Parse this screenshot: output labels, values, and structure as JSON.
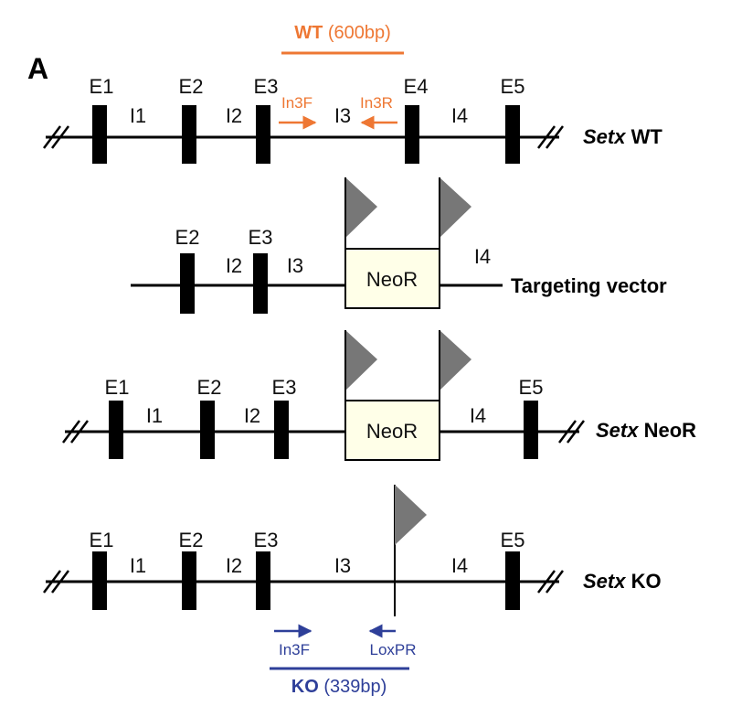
{
  "panel_label": "A",
  "colors": {
    "wt": "#EE7733",
    "ko": "#2E3F99",
    "flag": "#777777",
    "box_fill": "#FFFFE8",
    "line": "#000000"
  },
  "wt_product": {
    "name": "WT",
    "size": "(600bp)"
  },
  "ko_product": {
    "name": "KO",
    "size": "(339bp)"
  },
  "rows": {
    "wt": {
      "title_italic": "Setx",
      "title_rest": " WT",
      "exons": [
        "E1",
        "E2",
        "E3",
        "E4",
        "E5"
      ],
      "introns": [
        "I1",
        "I2",
        "I3",
        "I4"
      ],
      "primers": [
        "In3F",
        "In3R"
      ]
    },
    "vector": {
      "title": "Targeting vector",
      "exons": [
        "E2",
        "E3"
      ],
      "introns": [
        "I2",
        "I3",
        "I4"
      ],
      "cassette": "NeoR"
    },
    "neo": {
      "title_italic": "Setx",
      "title_rest": " NeoR",
      "exons": [
        "E1",
        "E2",
        "E3",
        "E5"
      ],
      "introns": [
        "I1",
        "I2",
        "I4"
      ],
      "cassette": "NeoR"
    },
    "ko": {
      "title_italic": "Setx",
      "title_rest": " KO",
      "exons": [
        "E1",
        "E2",
        "E3",
        "E5"
      ],
      "introns": [
        "I1",
        "I2",
        "I3",
        "I4"
      ],
      "primers": [
        "In3F",
        "LoxPR"
      ]
    }
  }
}
